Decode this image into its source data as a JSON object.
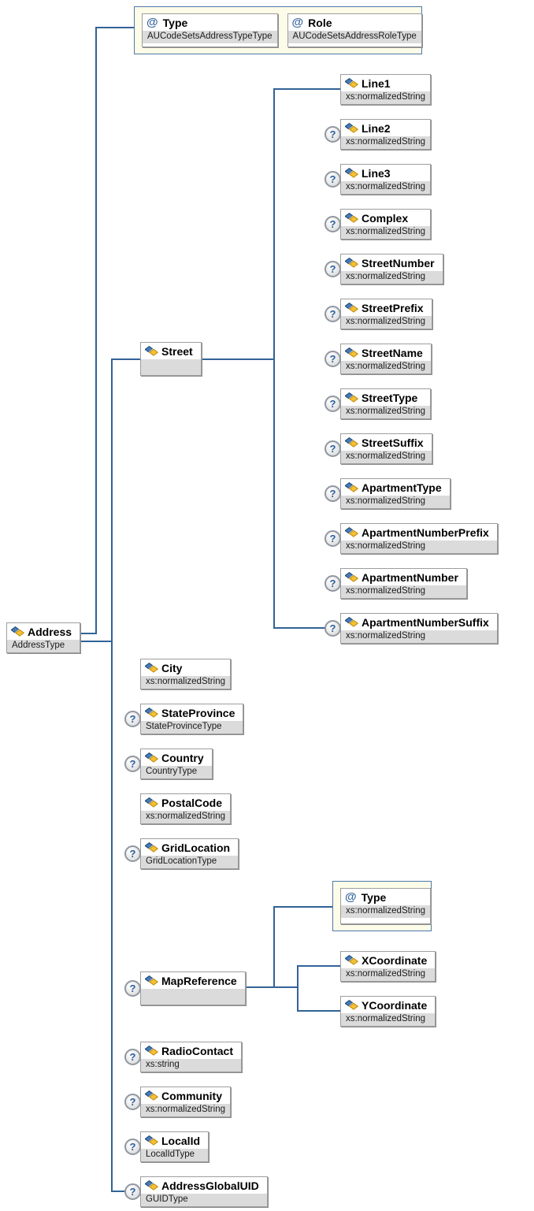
{
  "diagram": {
    "optional_symbol": "?",
    "attribute_symbol": "@",
    "root": {
      "name": "Address",
      "type": "AddressType"
    },
    "root_attributes": [
      {
        "name": "Type",
        "type": "AUCodeSetsAddressTypeType"
      },
      {
        "name": "Role",
        "type": "AUCodeSetsAddressRoleType"
      }
    ],
    "street": {
      "name": "Street"
    },
    "street_children": [
      {
        "name": "Line1",
        "type": "xs:normalizedString",
        "optional": false
      },
      {
        "name": "Line2",
        "type": "xs:normalizedString",
        "optional": true
      },
      {
        "name": "Line3",
        "type": "xs:normalizedString",
        "optional": true
      },
      {
        "name": "Complex",
        "type": "xs:normalizedString",
        "optional": true
      },
      {
        "name": "StreetNumber",
        "type": "xs:normalizedString",
        "optional": true
      },
      {
        "name": "StreetPrefix",
        "type": "xs:normalizedString",
        "optional": true
      },
      {
        "name": "StreetName",
        "type": "xs:normalizedString",
        "optional": true
      },
      {
        "name": "StreetType",
        "type": "xs:normalizedString",
        "optional": true
      },
      {
        "name": "StreetSuffix",
        "type": "xs:normalizedString",
        "optional": true
      },
      {
        "name": "ApartmentType",
        "type": "xs:normalizedString",
        "optional": true
      },
      {
        "name": "ApartmentNumberPrefix",
        "type": "xs:normalizedString",
        "optional": true
      },
      {
        "name": "ApartmentNumber",
        "type": "xs:normalizedString",
        "optional": true
      },
      {
        "name": "ApartmentNumberSuffix",
        "type": "xs:normalizedString",
        "optional": true
      }
    ],
    "middle_children": [
      {
        "name": "City",
        "type": "xs:normalizedString",
        "optional": false
      },
      {
        "name": "StateProvince",
        "type": "StateProvinceType",
        "optional": true
      },
      {
        "name": "Country",
        "type": "CountryType",
        "optional": true
      },
      {
        "name": "PostalCode",
        "type": "xs:normalizedString",
        "optional": false
      },
      {
        "name": "GridLocation",
        "type": "GridLocationType",
        "optional": true
      }
    ],
    "map_reference": {
      "name": "MapReference",
      "optional": true
    },
    "map_reference_attribute": {
      "name": "Type",
      "type": "xs:normalizedString"
    },
    "map_reference_children": [
      {
        "name": "XCoordinate",
        "type": "xs:normalizedString"
      },
      {
        "name": "YCoordinate",
        "type": "xs:normalizedString"
      }
    ],
    "tail_children": [
      {
        "name": "RadioContact",
        "type": "xs:string",
        "optional": true
      },
      {
        "name": "Community",
        "type": "xs:normalizedString",
        "optional": true
      },
      {
        "name": "LocalId",
        "type": "LocalIdType",
        "optional": true
      },
      {
        "name": "AddressGlobalUID",
        "type": "GUIDType",
        "optional": true
      }
    ],
    "colors": {
      "connector": "#326396",
      "attribute_group_bg": "#fdfce9",
      "attribute_group_border": "#4e79a9",
      "type_row_bg": "#dbdbdb",
      "icon_blue": "#4a79b5",
      "icon_yellow": "#f4c134",
      "optional_badge_text": "#2b5f9e",
      "attribute_at_symbol": "#39699e"
    }
  }
}
